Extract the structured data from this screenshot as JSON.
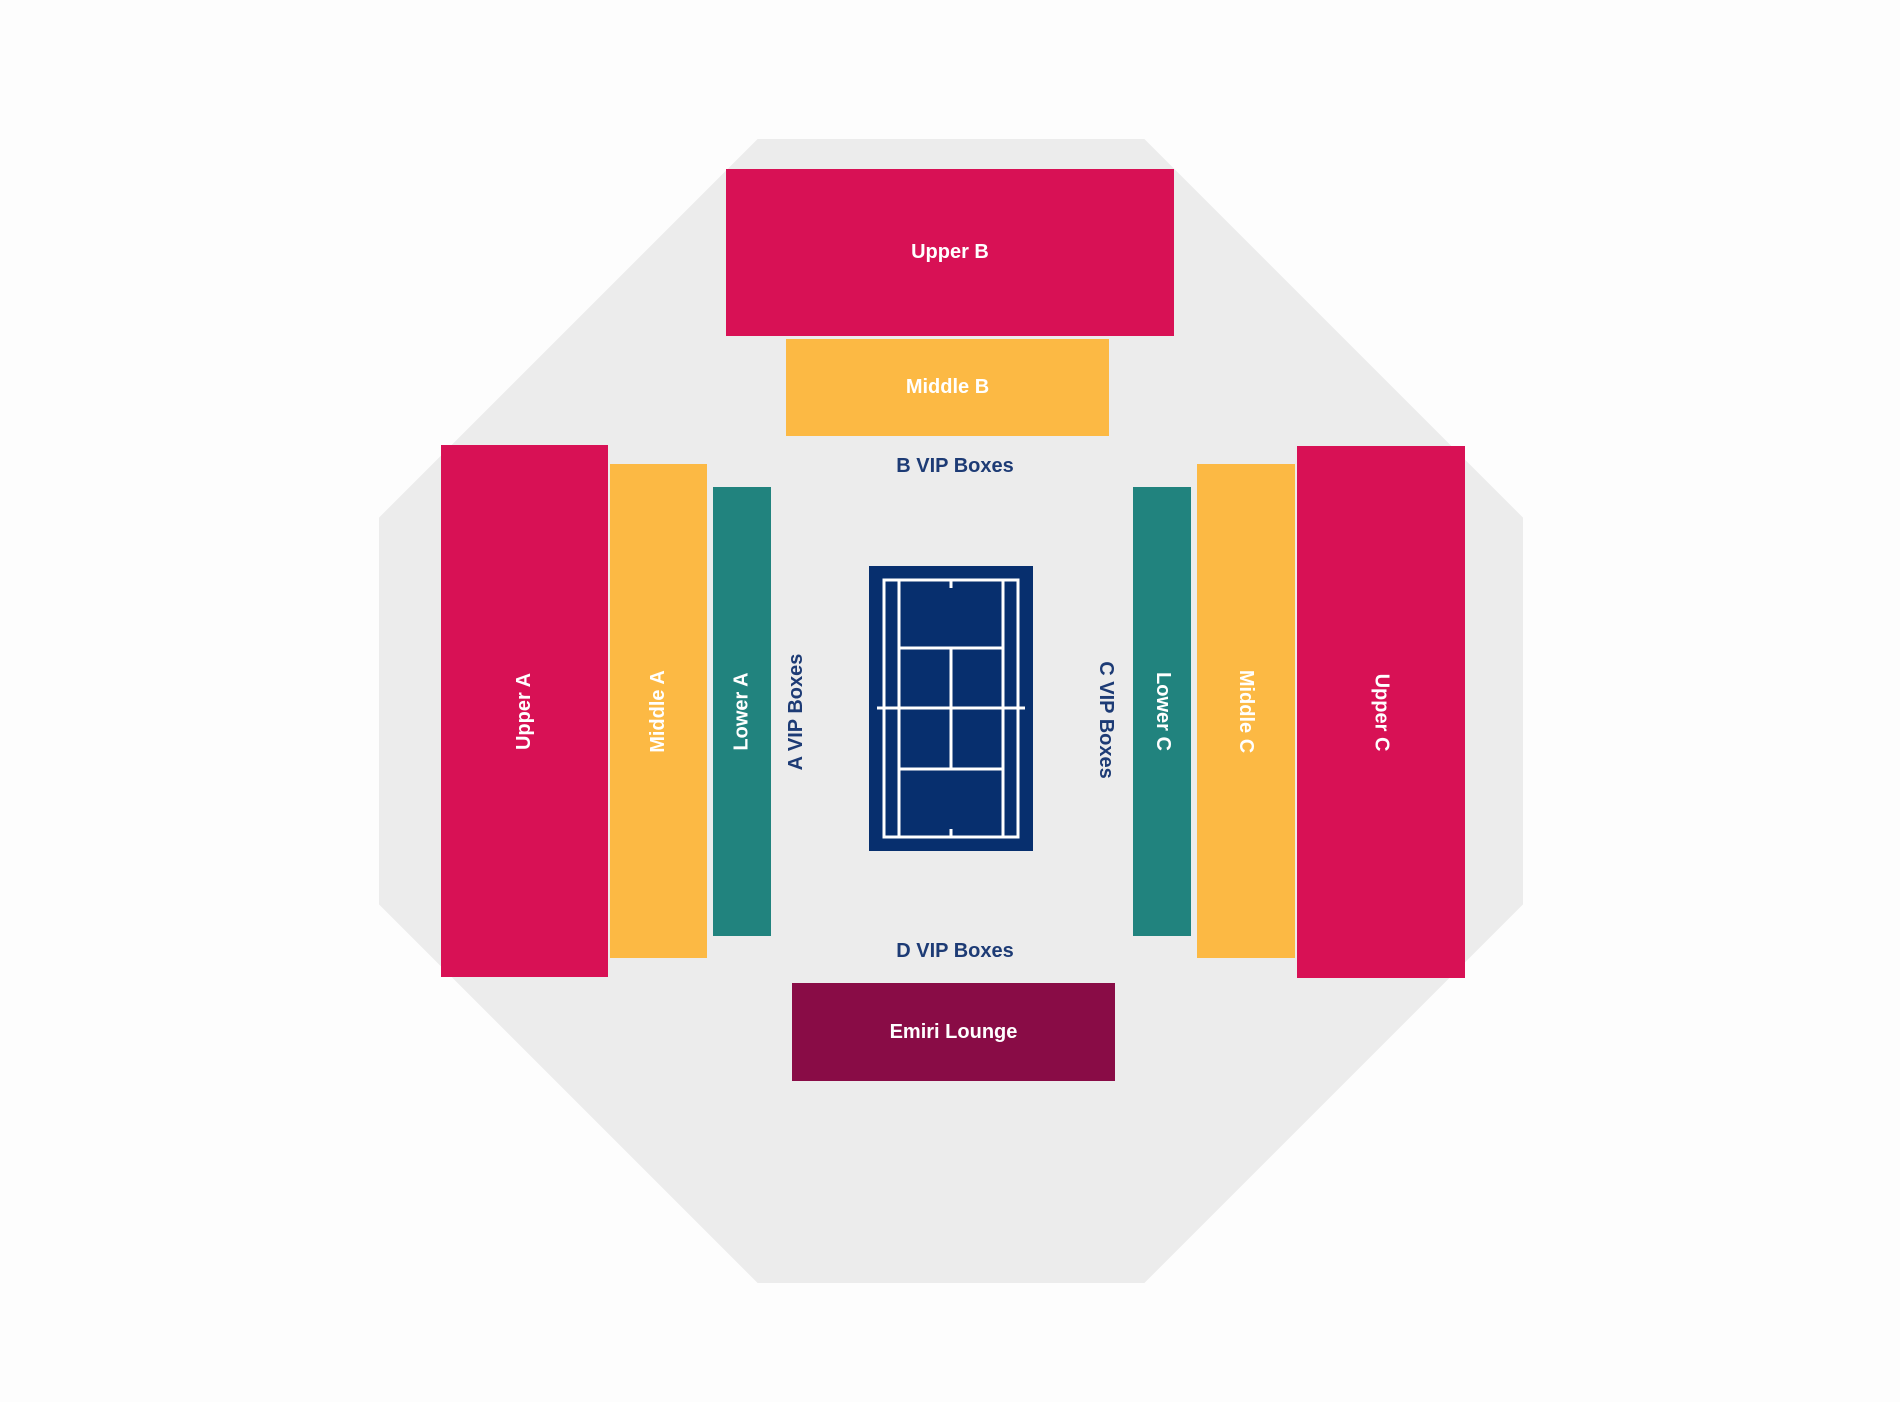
{
  "colors": {
    "background": "#fdfdfd",
    "arena": "#ececec",
    "upper": "#d81155",
    "middle": "#fcb944",
    "lower": "#21837e",
    "lounge": "#890c46",
    "court": "#072f6e",
    "court_lines": "#ffffff",
    "vip_text": "#1d3b75"
  },
  "sections": {
    "upper_b": "Upper B",
    "middle_b": "Middle B",
    "upper_a": "Upper A",
    "middle_a": "Middle A",
    "lower_a": "Lower A",
    "upper_c": "Upper C",
    "middle_c": "Middle C",
    "lower_c": "Lower C",
    "emiri_lounge": "Emiri Lounge"
  },
  "vip_boxes": {
    "a": "A VIP Boxes",
    "b": "B VIP Boxes",
    "c": "C VIP Boxes",
    "d": "D VIP Boxes"
  },
  "court": {
    "icon": "tennis-court-icon"
  }
}
